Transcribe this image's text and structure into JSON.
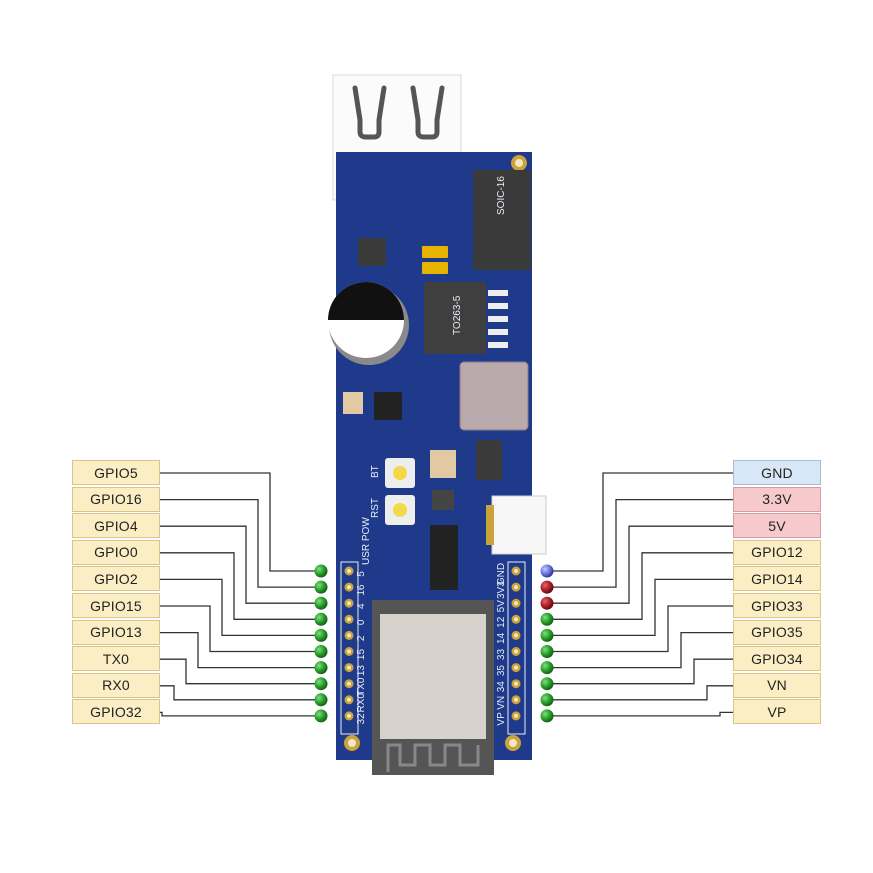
{
  "diagram": {
    "title": "ESP32 Ethernet board pinout",
    "left_header": {
      "labels": [
        "GPIO5",
        "GPIO16",
        "GPIO4",
        "GPIO0",
        "GPIO2",
        "GPIO15",
        "GPIO13",
        "TX0",
        "RX0",
        "GPIO32"
      ],
      "silkscreen": [
        "5",
        "16",
        "4",
        "0",
        "2",
        "15",
        "13",
        "TX0",
        "RX0",
        "32"
      ],
      "pin_types": [
        "gpio",
        "gpio",
        "gpio",
        "gpio",
        "gpio",
        "gpio",
        "gpio",
        "gpio",
        "gpio",
        "gpio"
      ]
    },
    "right_header": {
      "labels": [
        "GND",
        "3.3V",
        "5V",
        "GPIO12",
        "GPIO14",
        "GPIO33",
        "GPIO35",
        "GPIO34",
        "VN",
        "VP"
      ],
      "silkscreen": [
        "GND",
        "3V3",
        "5V",
        "12",
        "14",
        "33",
        "35",
        "34",
        "VN",
        "VP"
      ],
      "pin_types": [
        "gnd",
        "power",
        "power",
        "gpio",
        "gpio",
        "gpio",
        "gpio",
        "gpio",
        "gpio",
        "gpio"
      ]
    },
    "board_silkscreen": {
      "button_boot": "BT",
      "button_reset": "RST",
      "led_label": "USR POW",
      "ic_transceiver": "SOIC-16",
      "ic_regulator": "TO263-5"
    },
    "colors": {
      "board": "#1f3a8a",
      "gpio_dot": "#2ea32e",
      "power_dot": "#b3202a",
      "gnd_dot": "#6e78e6",
      "gpio_label_bg": "#fbeec5",
      "power_label_bg": "#f6c9cc",
      "gnd_label_bg": "#d8e7f7"
    }
  }
}
